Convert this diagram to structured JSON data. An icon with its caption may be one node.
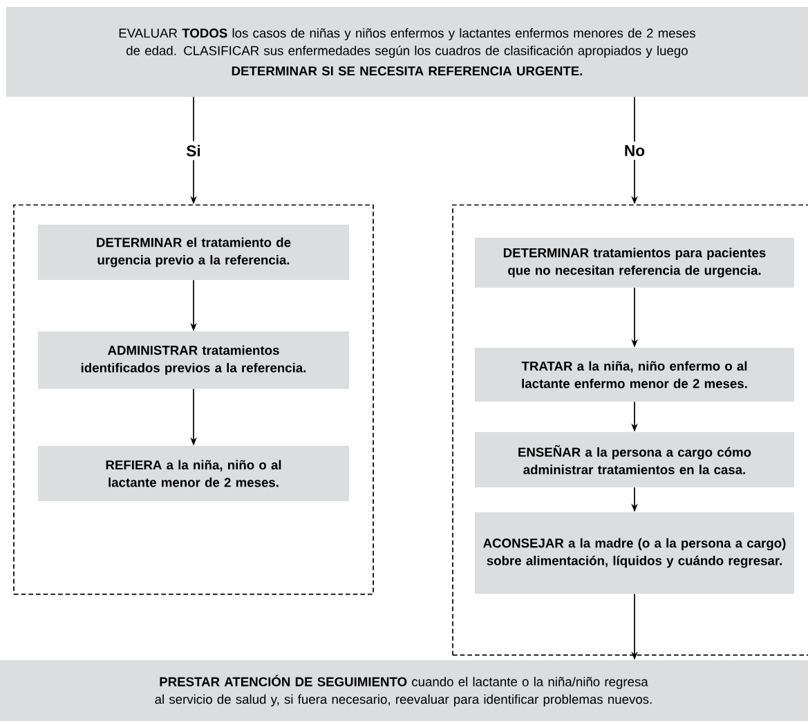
{
  "diagram": {
    "nodes": [
      {
        "text": [
          "EVALUAR **TODOS** los casos de niñas y niños enfermos y lactantes enfermos menores de 2 meses de edad. CLASIFICAR sus enfermedades según los cuadros de clasificación apropiados y luego",
          "DETERMINAR SI SE NECESITA REFERENCIA URGENTE."
        ]
      },
      {
        "text": [],
        "shape": "box"
      },
      {
        "text": [
          "DETERMINAR el tratamiento de urgencia previo a la referencia."
        ],
        "in": 1
      },
      {
        "text": [
          "ADMINISTRAR tratamientos identificados previos a la referencia."
        ],
        "in": 1
      },
      {
        "text": [
          "REFIERA a la niña, niño o al lactante menor de 2 meses."
        ],
        "in": 1
      },
      {
        "text": [],
        "shape": "box"
      },
      {
        "text": [
          "DETERMINAR tratamientos para pacientes que no necesitan referencia de urgencia."
        ],
        "in": 5
      },
      {
        "text": [
          "TRATAR a la niña, niño enfermo o al lactante enfermo menor de 2 meses."
        ],
        "in": 5
      },
      {
        "text": [
          "ENSEÑAR a la persona a cargo cómo administrar tratamientos en la casa."
        ],
        "in": 5
      },
      {
        "text": [
          "ACONSEJAR a la madre (o a la persona a cargo) sobre alimentación, líquidos y cuándo regresar."
        ],
        "in": 5
      },
      {
        "text": [
          "**PRESTAR ATENCIÓN DE SEGUIMIENTO** cuando el lactante o la niña/niño regresa al servicio de salud y, si fuera necesario, reevaluar para identificar problemas nuevos."
        ]
      }
    ],
    "edges": [
      {
        "from": 0,
        "to": 1,
        "arrow": "to",
        "label": "Si"
      },
      {
        "from": 0,
        "to": 5,
        "arrow": "to",
        "label": "No"
      },
      {
        "from": 2,
        "to": 3,
        "arrow": "to"
      },
      {
        "from": 3,
        "to": 4,
        "arrow": "to"
      },
      {
        "from": 6,
        "to": 7,
        "arrow": "to"
      },
      {
        "from": 7,
        "to": 8,
        "arrow": "to"
      },
      {
        "from": 8,
        "to": 9,
        "arrow": "to"
      },
      {
        "from": 9,
        "to": 10,
        "arrow": "to"
      }
    ]
  }
}
